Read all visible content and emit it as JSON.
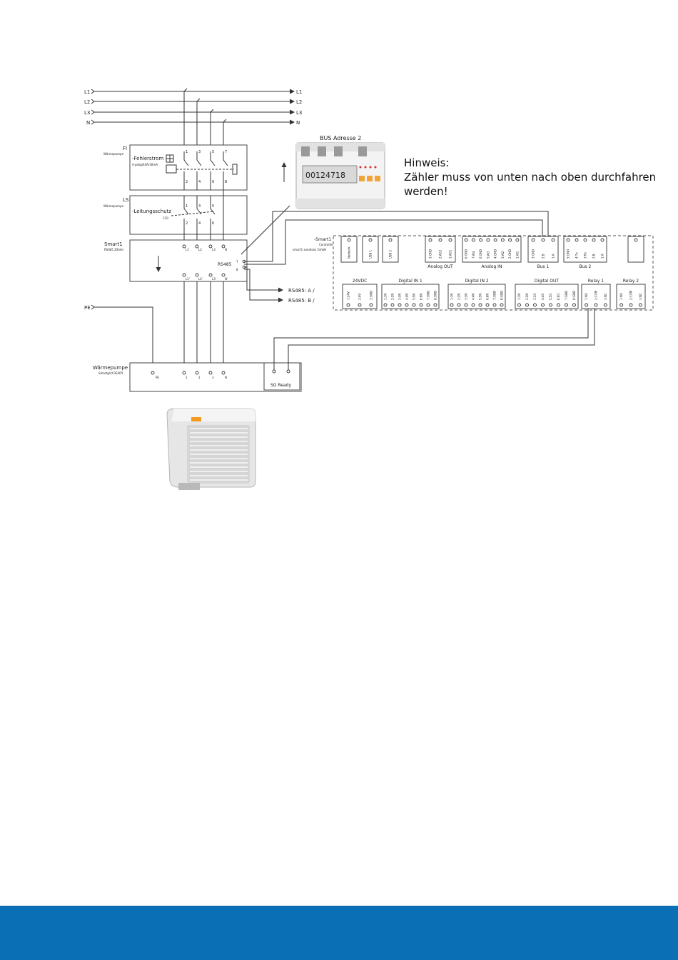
{
  "colors": {
    "footer": "#0b6fb6",
    "line": "#333333",
    "background": "#ffffff"
  },
  "hint": {
    "title": "Hinweis:",
    "text": "Zähler muss von unten nach oben durchfahren werden!"
  },
  "meter_photo": {
    "title": "BUS Adresse 2",
    "display": "00124718"
  },
  "bus_lines": {
    "left": [
      "L1",
      "L2",
      "L3",
      "N"
    ],
    "right": [
      "L1",
      "L2",
      "L3",
      "N"
    ],
    "pe": "PE"
  },
  "fi_box": {
    "title": "FI",
    "subtitle": "Wärmepumpe",
    "device": "-Fehlerstrom",
    "spec": "4-polig/40A/30mA",
    "terminals_top": [
      "1",
      "3",
      "5",
      "7"
    ],
    "terminals_bottom": [
      "2",
      "4",
      "6",
      "8"
    ]
  },
  "ls_box": {
    "title": "LS",
    "subtitle": "Wärmepumpe",
    "device": "-Leitungsschutz",
    "spec": "C20",
    "terminals_top": [
      "1",
      "3",
      "5"
    ],
    "terminals_bottom": [
      "2",
      "4",
      "6"
    ]
  },
  "meter_box": {
    "title": "Smart1",
    "subtitle": "RS485 Zähler",
    "terminals_top": [
      "L1",
      "L2",
      "L3",
      "N"
    ],
    "terminals_bottom": [
      "L1'",
      "L2'",
      "L3'",
      "N'"
    ],
    "rs485_label": "RS485",
    "rs485_pins": [
      "7",
      "8"
    ],
    "rs485_a": "RS485: A /",
    "rs485_b": "RS485: B /"
  },
  "heatpump_box": {
    "title": "Wärmepumpe",
    "subtitle": "Smartgrid READY",
    "terminals": [
      "PE",
      "1",
      "2",
      "3",
      "N"
    ],
    "sg_label": "SG Ready"
  },
  "controller": {
    "title": "-Smart1",
    "subtitle1": "Controller",
    "subtitle2": "smart1 solutions GmbH",
    "top_blocks": [
      {
        "name": "",
        "pins": [
          "Network"
        ]
      },
      {
        "name": "",
        "pins": [
          "USB 1"
        ]
      },
      {
        "name": "",
        "pins": [
          "USB 2"
        ]
      },
      {
        "name": "Analog OUT",
        "pins": [
          "3:GND",
          "2:AO2",
          "1:AO1"
        ]
      },
      {
        "name": "Analog IN",
        "pins": [
          "6:GND",
          "7:AI4",
          "6:GND",
          "5:AI3",
          "4:GND",
          "3:AI2",
          "2:GND",
          "1:AI1"
        ]
      },
      {
        "name": "Bus 1",
        "pins": [
          "3:GND",
          "2:B",
          "1:A"
        ]
      },
      {
        "name": "Bus 2",
        "pins": [
          "5:GND",
          "4:Tx",
          "3:Rx",
          "2:B",
          "1:A"
        ]
      },
      {
        "name": "",
        "pins": [
          ""
        ]
      }
    ],
    "bottom_blocks": [
      {
        "name": "24VDC",
        "pins": [
          "1:24V",
          "2:0V",
          "3:GND"
        ]
      },
      {
        "name": "Digital IN 1",
        "pins": [
          "1:1N",
          "2:2N",
          "3:3N",
          "4:4N",
          "5:5N",
          "6:6N",
          "7:GND",
          "8:GND"
        ]
      },
      {
        "name": "Digital IN 2",
        "pins": [
          "1:1N",
          "2:2N",
          "3:3N",
          "4:4N",
          "5:5N",
          "6:6N",
          "7:GND",
          "8:GND"
        ]
      },
      {
        "name": "Digital OUT",
        "pins": [
          "1:1N",
          "2:2N",
          "3:3O",
          "4:4O",
          "5:5O",
          "6:6O",
          "7:GND",
          "8:GND"
        ]
      },
      {
        "name": "Relay 1",
        "pins": [
          "1:NO",
          "2:COM",
          "3:NC"
        ]
      },
      {
        "name": "Relay 2",
        "pins": [
          "1:NO",
          "2:COM",
          "3:NC"
        ]
      }
    ]
  }
}
